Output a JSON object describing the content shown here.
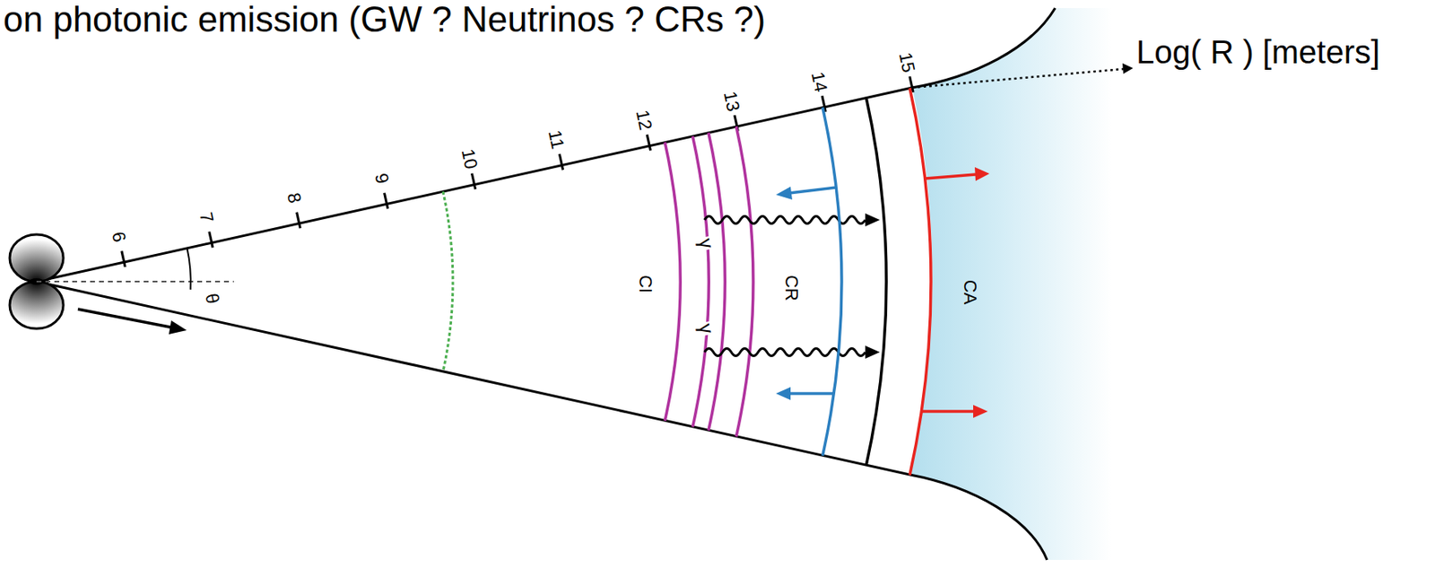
{
  "diagram": {
    "labels": [
      "on photonic emission (GW ? Neutrinos ? CRs ?)",
      "Log( R ) [meters]",
      "6",
      "7",
      "8",
      "9",
      "10",
      "11",
      "12",
      "13",
      "14",
      "15",
      "θ",
      "CI",
      "γ",
      "γ",
      "CR",
      "CA"
    ]
  }
}
